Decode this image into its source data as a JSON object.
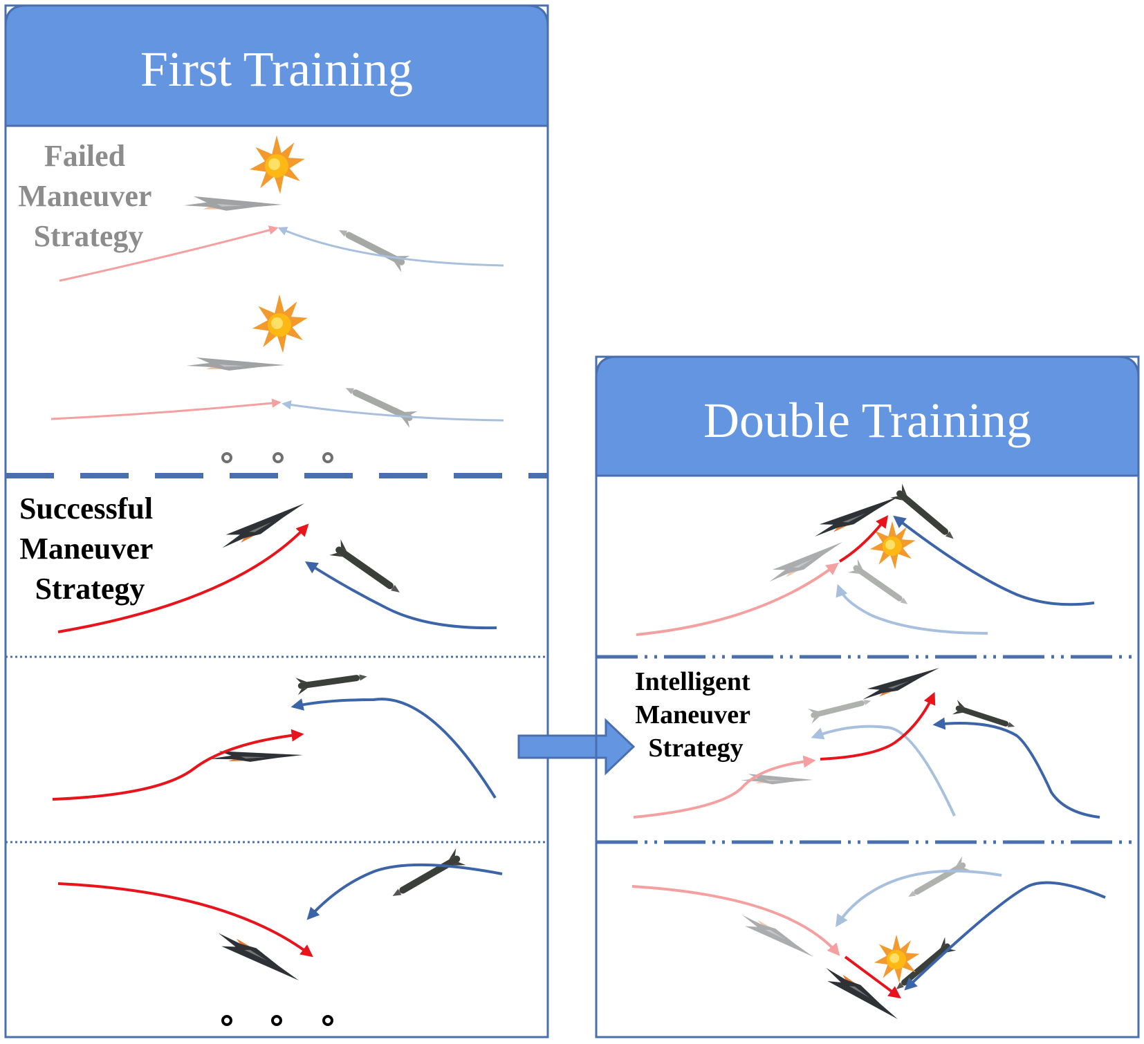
{
  "first_training": {
    "title": "First Training",
    "failed_label": [
      "Failed",
      "Maneuver",
      "Strategy"
    ],
    "successful_label": [
      "Successful",
      "Maneuver",
      "Strategy"
    ]
  },
  "double_training": {
    "title": "Double Training",
    "intelligent_label": [
      "Intelligent",
      "Maneuver",
      "Strategy"
    ]
  },
  "colors": {
    "header_blue": "#6495E0",
    "frame_blue": "#4A6FAF",
    "trajectory_red": "#E8141C",
    "trajectory_blue": "#3C64A8",
    "faded_red": "#F4A0A0",
    "faded_blue": "#A8C0DE",
    "failed_text": "#8C8C8C",
    "label_text": "#000000"
  },
  "icons": [
    "aircraft-icon",
    "missile-icon",
    "explosion-icon",
    "ellipsis-dots",
    "flow-arrow"
  ]
}
